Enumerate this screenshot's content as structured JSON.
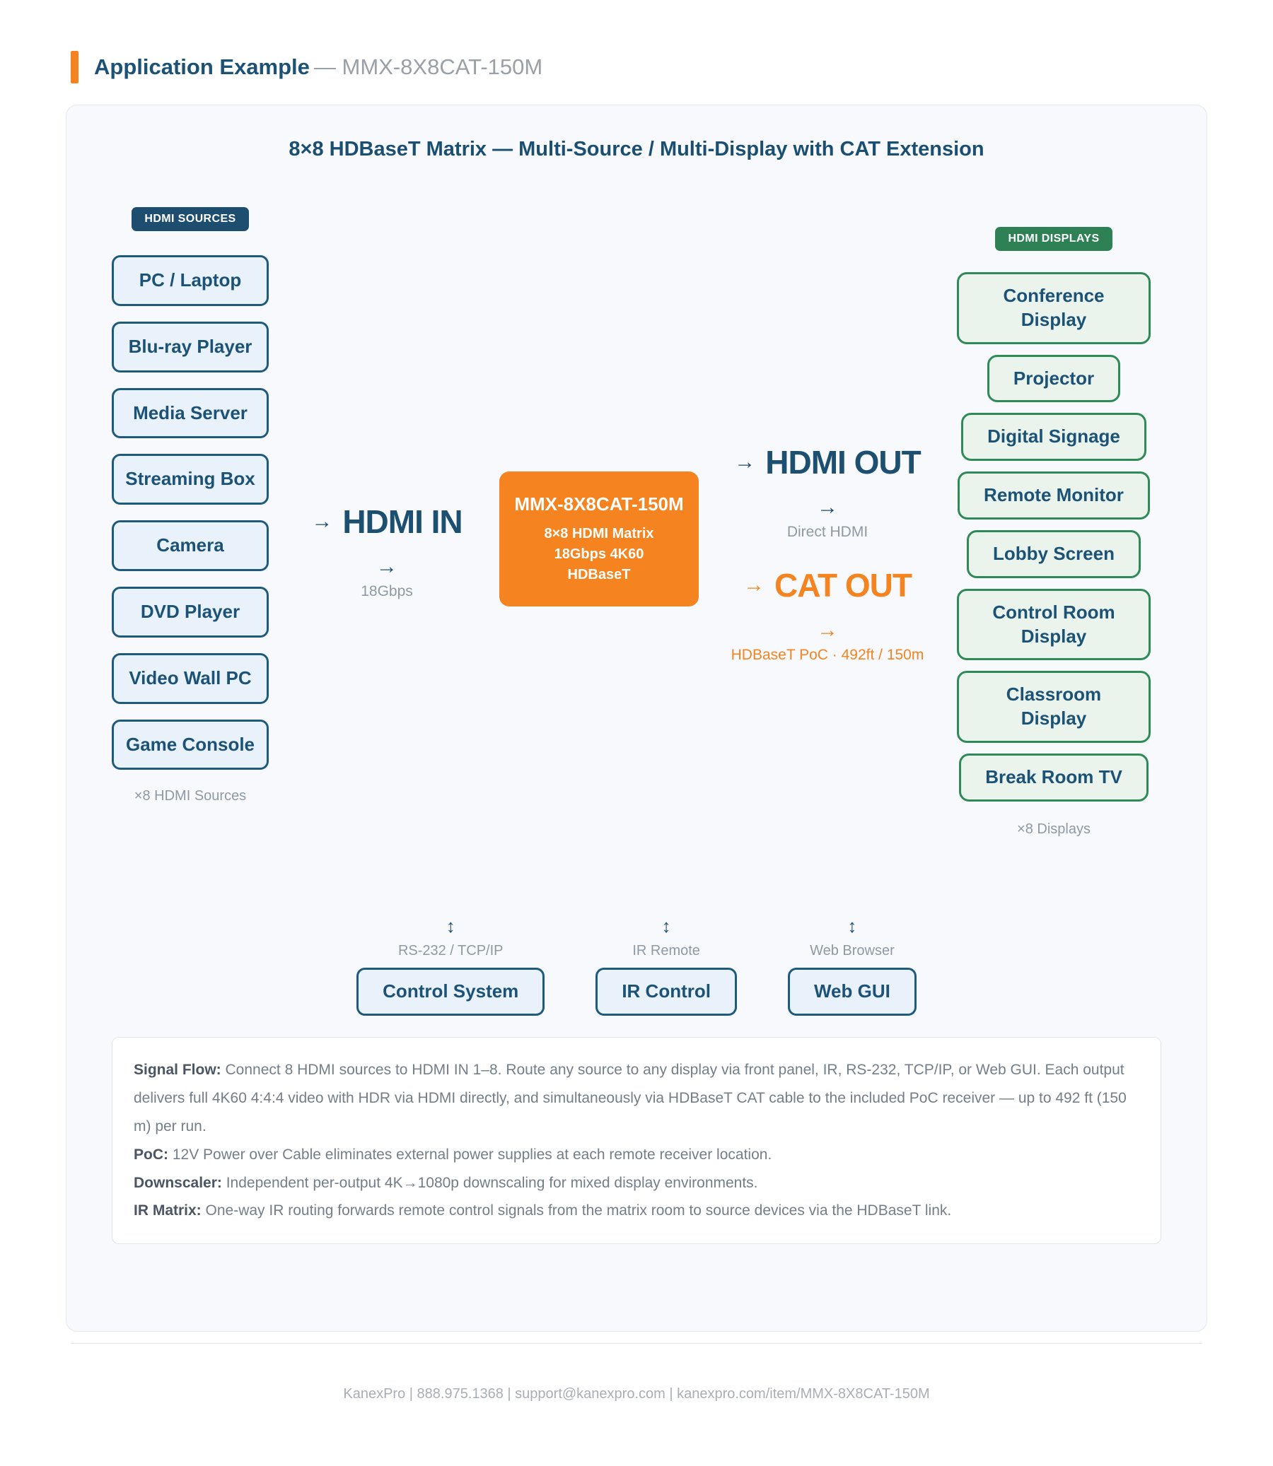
{
  "header": {
    "title_bold": "Application Example",
    "title_rest": "— MMX-8X8CAT-150M"
  },
  "diagram": {
    "title": "8×8 HDBaseT Matrix — Multi-Source / Multi-Display with CAT Extension",
    "sources": {
      "badge": "HDMI SOURCES",
      "items": [
        "PC / Laptop",
        "Blu-ray Player",
        "Media Server",
        "Streaming Box",
        "Camera",
        "DVD Player",
        "Video Wall PC",
        "Game Console"
      ],
      "caption": "×8 HDMI Sources"
    },
    "displays": {
      "badge": "HDMI DISPLAYS",
      "items": [
        "Conference Display",
        "Projector",
        "Digital Signage",
        "Remote Monitor",
        "Lobby Screen",
        "Control Room Display",
        "Classroom Display",
        "Break Room TV"
      ],
      "caption": "×8 Displays"
    },
    "hdmi_in": {
      "arrow": "→",
      "label": "HDMI IN",
      "sub_arrow": "→",
      "sub": "18Gbps"
    },
    "matrix": {
      "model": "MMX-8X8CAT-150M",
      "lines": [
        "8×8 HDMI Matrix",
        "18Gbps 4K60",
        "HDBaseT"
      ]
    },
    "hdmi_out": {
      "arrow": "→",
      "label": "HDMI OUT",
      "sub_arrow": "→",
      "sub": "Direct HDMI"
    },
    "cat_out": {
      "arrow": "→",
      "label": "CAT OUT",
      "sub_arrow": "→",
      "sub": "HDBaseT PoC · 492ft / 150m"
    },
    "controls": [
      {
        "arrow": "↕",
        "via": "RS-232 / TCP/IP",
        "label": "Control System"
      },
      {
        "arrow": "↕",
        "via": "IR Remote",
        "label": "IR Control"
      },
      {
        "arrow": "↕",
        "via": "Web Browser",
        "label": "Web GUI"
      }
    ],
    "notes": [
      {
        "label": "Signal Flow:",
        "text": "Connect 8 HDMI sources to HDMI IN 1–8. Route any source to any display via front panel, IR, RS-232, TCP/IP, or Web GUI. Each output delivers full 4K60 4:4:4 video with HDR via HDMI directly, and simultaneously via HDBaseT CAT cable to the included PoC receiver — up to 492 ft (150 m) per run."
      },
      {
        "label": "PoC:",
        "text": "12V Power over Cable eliminates external power supplies at each remote receiver location."
      },
      {
        "label": "Downscaler:",
        "text": "Independent per-output 4K→1080p downscaling for mixed display environments."
      },
      {
        "label": "IR Matrix:",
        "text": "One-way IR routing forwards remote control signals from the matrix room to source devices via the HDBaseT link."
      }
    ]
  },
  "footer": {
    "line": "KanexPro  |  888.975.1368  |  support@kanexpro.com  |  kanexpro.com/item/MMX-8X8CAT-150M"
  },
  "colors": {
    "accent_orange": "#f5831f",
    "navy": "#1d4f70",
    "navy_text": "#1c5276",
    "source_fill": "#e9f1fb",
    "green": "#2f8a58",
    "green_badge": "#2e8055",
    "display_fill": "#eaf4ec",
    "panel_bg": "#f7f9fc",
    "muted_gray": "#8e99a4"
  }
}
